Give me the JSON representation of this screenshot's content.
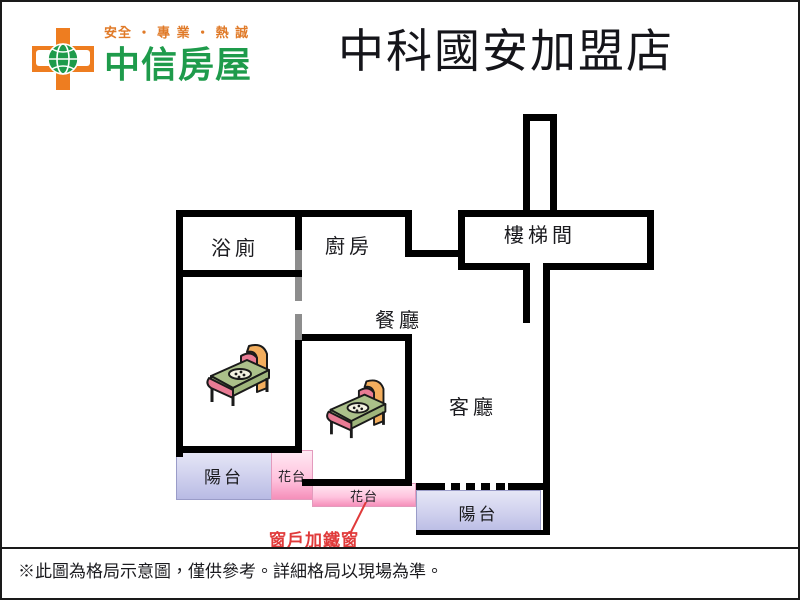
{
  "header": {
    "brand": {
      "tagline": "安全 ・ 專 業 ・ 熱 誠",
      "name": "中信房屋",
      "logo_icon": "orange-square-green-globe-icon",
      "orange": "#EE7D20",
      "green": "#1E9B4B",
      "tagline_color": "#E07A28"
    },
    "store_title": "中科國安加盟店"
  },
  "floorplan": {
    "rooms": [
      {
        "key": "bathroom",
        "label": "浴廁",
        "name": "room-label-bathroom"
      },
      {
        "key": "kitchen",
        "label": "廚房",
        "name": "room-label-kitchen"
      },
      {
        "key": "stairwell",
        "label": "樓梯間",
        "name": "room-label-stairwell"
      },
      {
        "key": "dining",
        "label": "餐廳",
        "name": "room-label-dining"
      },
      {
        "key": "living",
        "label": "客廳",
        "name": "room-label-living"
      }
    ],
    "areas": [
      {
        "key": "balcony_left",
        "label": "陽台",
        "type": "balcony"
      },
      {
        "key": "planter_left",
        "label": "花台",
        "type": "planter"
      },
      {
        "key": "planter_mid",
        "label": "花台",
        "type": "planter"
      },
      {
        "key": "balcony_bottom",
        "label": "陽台",
        "type": "balcony"
      }
    ],
    "annotation": {
      "text": "窗戶加鐵窗",
      "color": "#e03a3a"
    },
    "furniture": [
      {
        "key": "bed_master",
        "icon": "bed-icon"
      },
      {
        "key": "bed_second",
        "icon": "bed-icon"
      }
    ],
    "colors": {
      "wall": "#000000",
      "door_gap": "#8d8d8d",
      "balcony_fill": "#c9cbe8",
      "planter_fill": "#ffb6d4"
    }
  },
  "footer": {
    "disclaimer": "※此圖為格局示意圖，僅供參考。詳細格局以現場為準。"
  }
}
